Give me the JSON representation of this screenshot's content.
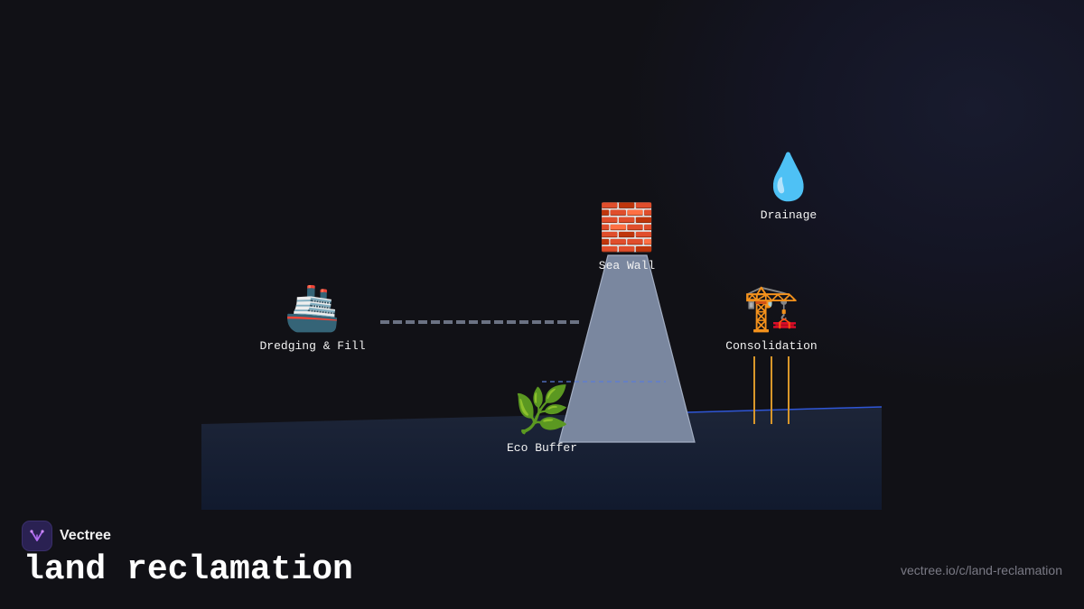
{
  "brand": {
    "name": "Vectree"
  },
  "page": {
    "title": "land reclamation",
    "url": "vectree.io/c/land-reclamation"
  },
  "diagram": {
    "nodes": {
      "dredging": {
        "label": "Dredging & Fill",
        "emoji": "🚢"
      },
      "seawall": {
        "label": "Sea Wall",
        "emoji": "🧱"
      },
      "drainage": {
        "label": "Drainage",
        "emoji": "💧"
      },
      "consolidation": {
        "label": "Consolidation",
        "emoji": "🏗️"
      },
      "ecobuffer": {
        "label": "Eco Buffer",
        "emoji": "🌿"
      }
    },
    "colors": {
      "land": "#1b2234",
      "shoreline": "#2f56d6",
      "wall": "#7a879f",
      "fill_line": "#6b7283",
      "water_line": "#5a7bd6",
      "piles": "#d9972a"
    }
  }
}
